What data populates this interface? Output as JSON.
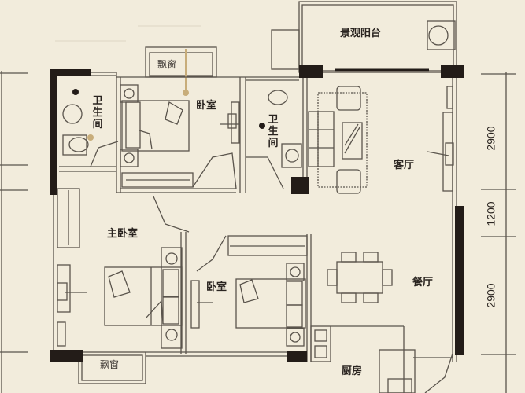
{
  "plan": {
    "type": "apartment-floor-plan",
    "rooms": {
      "balcony": "景观阳台",
      "living_room": "客厅",
      "dining_room": "餐厅",
      "kitchen": "厨房",
      "master_bedroom": "主卧室",
      "bedroom_north": "卧室",
      "bedroom_south": "卧室",
      "bathroom_west": "卫生间",
      "bathroom_center": "卫生间",
      "bay_window_north": "飘窗",
      "bay_window_south": "飘窗"
    },
    "dimensions_right": [
      "2900",
      "1200",
      "2900"
    ],
    "colors": {
      "background": "#f2ecdc",
      "wall_fill": "#231c18",
      "line": "#5a544c",
      "marker": "#c8ad7a"
    }
  }
}
